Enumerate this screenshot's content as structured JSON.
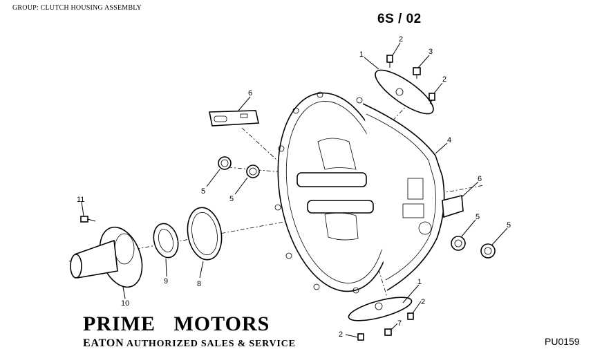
{
  "header": {
    "group_label": "GROUP: CLUTCH HOUSING ASSEMBLY",
    "model": "6S / 02"
  },
  "footer": {
    "brand": "PRIME MOTORS",
    "dealer_prefix": "EATON",
    "dealer_suffix": "AUTHORIZED SALES & SERVICE",
    "drawing_code": "PU0159"
  },
  "callouts": {
    "c1_top": "1",
    "c2_top_a": "2",
    "c3_top": "3",
    "c2_top_b": "2",
    "c6_left": "6",
    "c4": "4",
    "c6_right": "6",
    "c5_a": "5",
    "c5_b": "5",
    "c11": "11",
    "c5_c": "5",
    "c5_d": "5",
    "c9": "9",
    "c8": "8",
    "c10": "10",
    "c1_bottom": "1",
    "c2_bottom_a": "2",
    "c7": "7",
    "c2_bottom_b": "2"
  }
}
